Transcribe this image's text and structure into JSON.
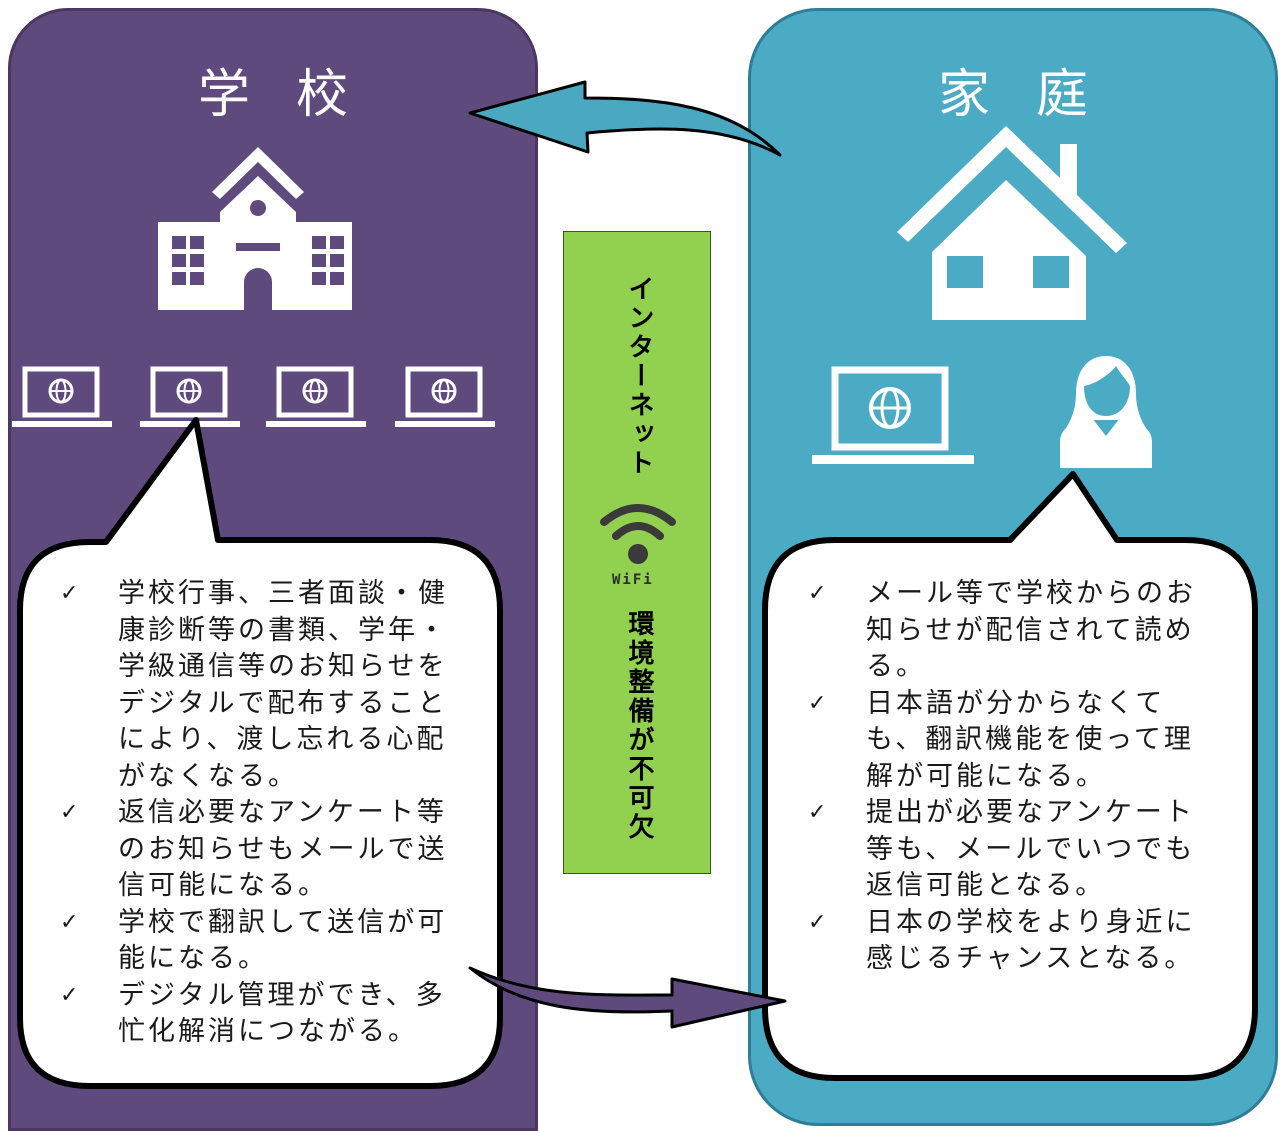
{
  "school": {
    "title": "学校",
    "bullets": [
      "学校行事、三者面談・健康診断等の書類、学年・学級通信等のお知らせをデジタルで配布することにより、渡し忘れる心配がなくなる。",
      "返信必要なアンケート等のお知らせもメールで送信可能になる。",
      "学校で翻訳して送信が可能になる。",
      "デジタル管理ができ、多忙化解消につながる。"
    ]
  },
  "home": {
    "title": "家庭",
    "bullets": [
      "メール等で学校からのお知らせが配信されて読める。",
      "日本語が分からなくても、翻訳機能を使って理解が可能になる。",
      "提出が必要なアンケート等も、メールでいつでも返信可能となる。",
      "日本の学校をより身近に感じるチャンスとなる。"
    ]
  },
  "center": {
    "internet_label": "インターネット",
    "wifi_label": "WiFi",
    "env_label": "環境整備が不可欠"
  },
  "bullet_symbol": "✓",
  "colors": {
    "school_panel": "#5f4a7e",
    "home_panel": "#4cabc4",
    "center_box": "#92d050",
    "arrow_top": "#4aa8c0",
    "arrow_bottom": "#5f4a7e"
  },
  "icons": [
    "school-building-icon",
    "laptop-globe-icon",
    "house-icon",
    "person-icon",
    "wifi-icon",
    "check-icon"
  ]
}
